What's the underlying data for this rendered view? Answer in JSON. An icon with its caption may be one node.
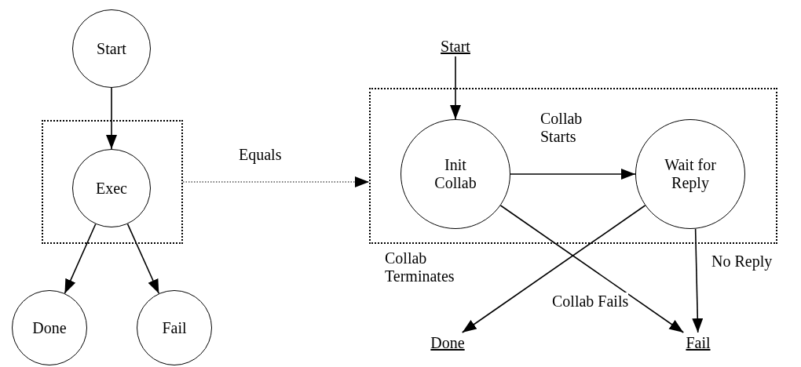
{
  "diagram": {
    "nodes": [
      {
        "text": [
          "Start"
        ]
      },
      {
        "text": [],
        "shape": "box"
      },
      {
        "text": [
          "Exec"
        ],
        "in": 1
      },
      {
        "text": [
          "Done"
        ]
      },
      {
        "text": [
          "Fail"
        ]
      },
      {
        "text": [],
        "shape": "box"
      },
      {
        "text": [
          "Start"
        ]
      },
      {
        "text": [
          "Init Collab"
        ],
        "in": 5
      },
      {
        "text": [
          "Wait for Reply"
        ],
        "in": 5
      },
      {
        "text": [
          "Done"
        ]
      },
      {
        "text": [
          "Fail"
        ]
      }
    ],
    "edges": [
      {
        "from": 0,
        "to": 2,
        "arrow": "to"
      },
      {
        "from": 2,
        "to": 3,
        "arrow": "to"
      },
      {
        "from": 2,
        "to": 4,
        "arrow": "to"
      },
      {
        "from": 1,
        "to": 5,
        "arrow": "to",
        "style": "dashed",
        "label": "Equals"
      },
      {
        "from": 6,
        "to": 7,
        "arrow": "to"
      },
      {
        "from": 7,
        "to": 8,
        "arrow": "to",
        "label": "Collab Starts"
      },
      {
        "from": 8,
        "to": 9,
        "arrow": "to",
        "label": "Collab Terminates"
      },
      {
        "from": 7,
        "to": 10,
        "arrow": "to",
        "label": "Collab Fails"
      },
      {
        "from": 8,
        "to": 10,
        "arrow": "to",
        "label": "No Reply"
      }
    ]
  }
}
